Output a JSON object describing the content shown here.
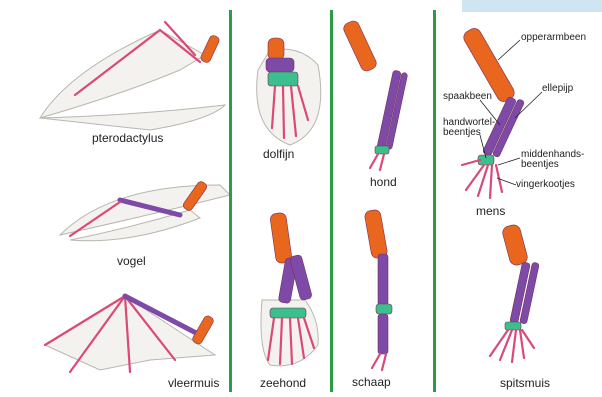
{
  "colors": {
    "divider": "#2e9b47",
    "humerus": "#e8661e",
    "radius_ulna": "#7d4aa8",
    "carpals": "#3bbf8c",
    "phalanges": "#d94a78",
    "bone_outline": "#7a2f5a",
    "skin_fill": "#f4f2ee",
    "skin_line": "#b9b6b0",
    "corner_tab": "#cfe6f2"
  },
  "labels": {
    "pterodactylus": "pterodactylus",
    "vogel": "vogel",
    "vleermuis": "vleermuis",
    "dolfijn": "dolfijn",
    "zeehond": "zeehond",
    "hond": "hond",
    "schaap": "schaap",
    "mens": "mens",
    "spitsmuis": "spitsmuis"
  },
  "annotations": {
    "opperarmbeen": "opperarmbeen",
    "spaakbeen": "spaakbeen",
    "ellepijp": "ellepijp",
    "handwortelbeentjes_1": "handwortel-",
    "handwortelbeentjes_2": "beentjes",
    "middenhandsbeentjes_1": "middenhands-",
    "middenhandsbeentjes_2": "beentjes",
    "vingerkootjes": "vingerkootjes"
  }
}
